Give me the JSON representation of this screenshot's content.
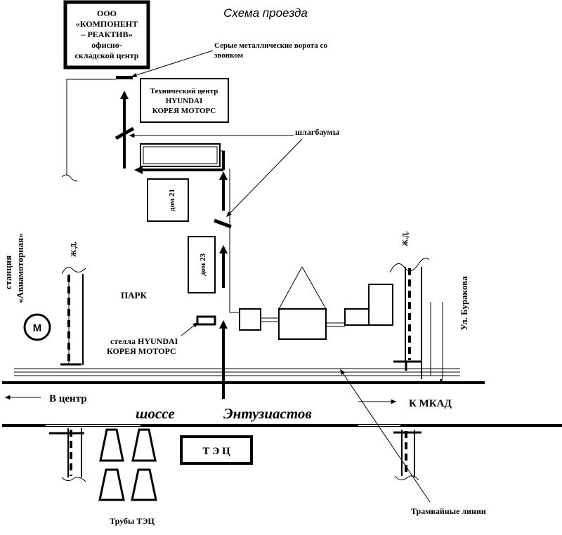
{
  "title": "Схема проезда",
  "company": {
    "line1": "ООО",
    "line2": "«КОМПОНЕНТ",
    "line3": "– РЕАКТИВ»",
    "line4": "офисно-",
    "line5": "складской центр"
  },
  "gate_label": {
    "line1": "Серые металлические ворота со",
    "line2": "звонком"
  },
  "tech_center": {
    "line1": "Технический центр",
    "line2": "HYUNDAI",
    "line3": "КОРЕЯ МОТОРС"
  },
  "barriers_label": "шлагбаумы",
  "house21": "дом 21",
  "house23": "дом 23",
  "park": "ПАРК",
  "stela": {
    "line1": "стелла HYUNDAI",
    "line2": "КОРЕЯ МОТОРС"
  },
  "station": {
    "line1": "станция",
    "line2": "«Авиамоторная»"
  },
  "metro": "М",
  "railway_left": "Ж.Д.",
  "railway_right": "Ж.Д.",
  "burakova": "Ул. Буракова",
  "to_center": "В  центр",
  "to_mkad": "К  МКАД",
  "highway_word1": "шоссе",
  "highway_word2": "Энтузиастов",
  "tec": "Т  Э  Ц",
  "tec_pipes": "Трубы ТЭЦ",
  "tram_lines": "Трамвайные линии"
}
